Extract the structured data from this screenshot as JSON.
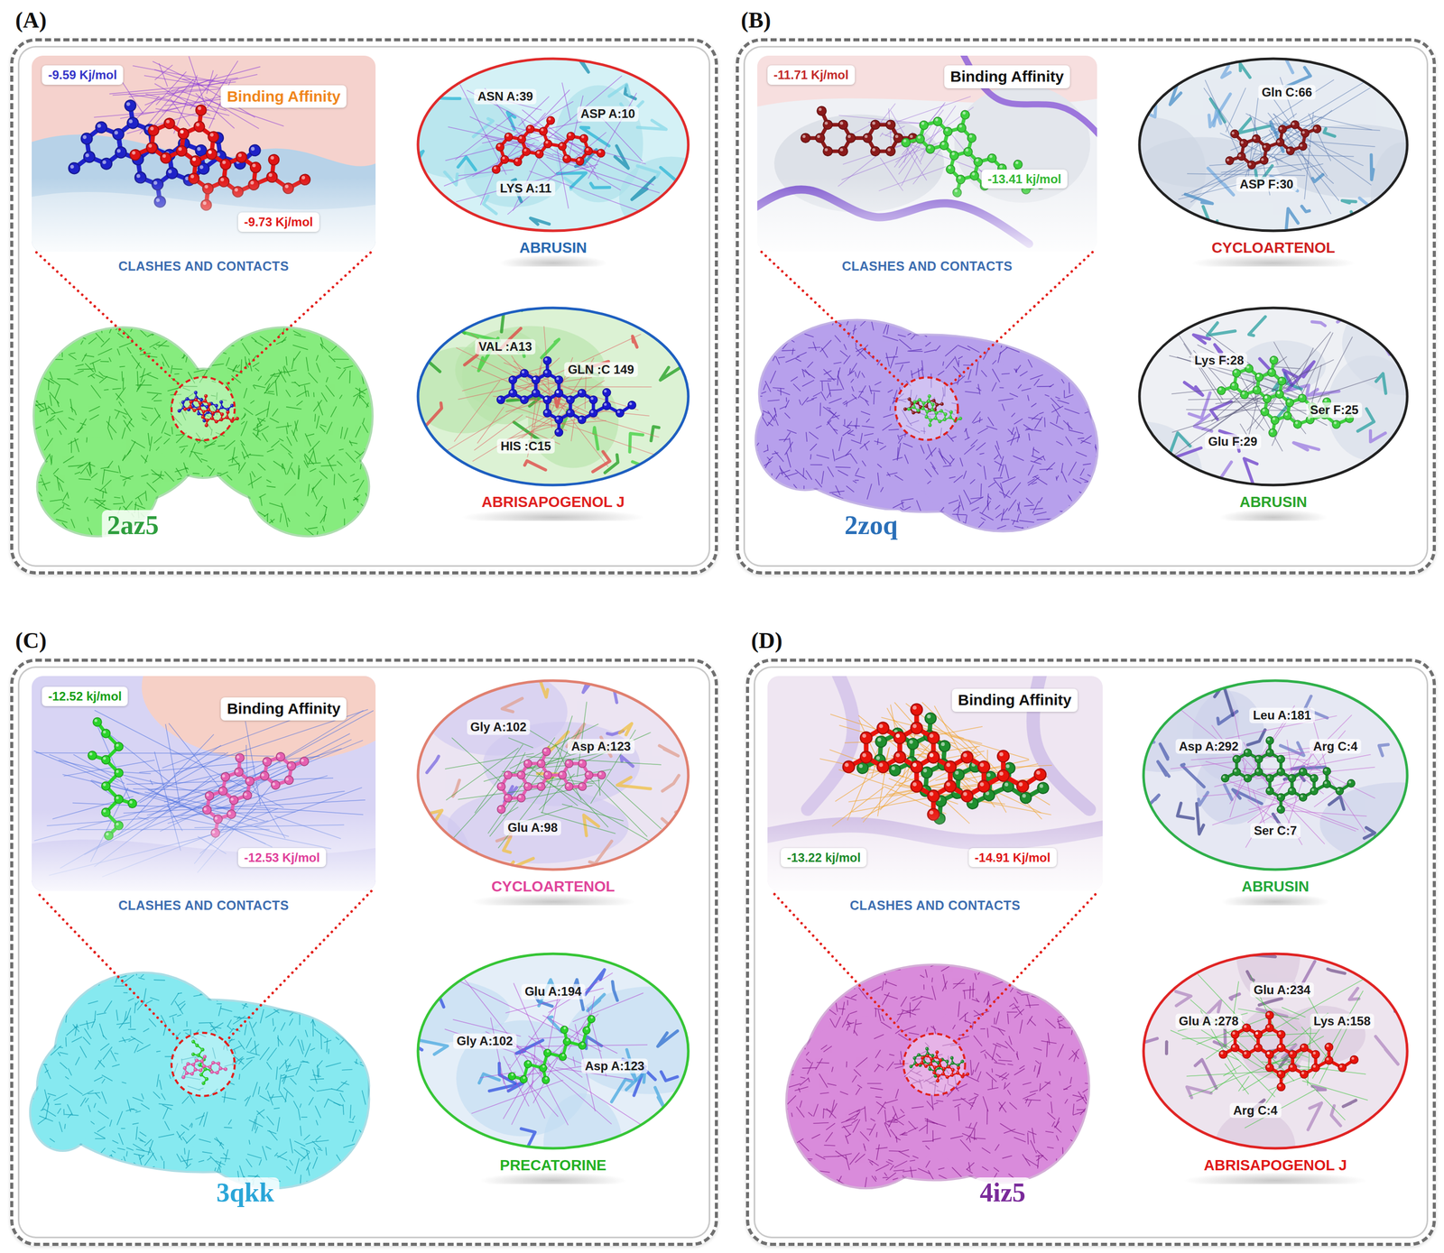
{
  "diagram": {
    "nodes": [
      {
        "text": [
          "(A)"
        ]
      },
      {
        "text": [
          "-9.59 Kj/mol",
          "Binding Affinity",
          "-9.73 Kj/mol",
          "CLASHES AND CONTACTS"
        ],
        "in": 0
      },
      {
        "text": [
          "2az5"
        ],
        "in": 0
      },
      {
        "text": [
          "ASN A:39",
          "ASP A:10",
          "LYS A:11",
          "ABRUSIN"
        ],
        "in": 0
      },
      {
        "text": [
          "VAL :A13",
          "GLN :C 149",
          "HIS :C15",
          "ABRISAPOGENOL J"
        ],
        "in": 0
      },
      {
        "text": [
          "(B)"
        ]
      },
      {
        "text": [
          "-11.71 Kj/mol",
          "Binding Affinity",
          "-13.41 kj/mol",
          "CLASHES AND CONTACTS"
        ],
        "in": 5
      },
      {
        "text": [
          "2zoq"
        ],
        "in": 5
      },
      {
        "text": [
          "Gln C:66",
          "ASP F:30",
          "CYCLOARTENOL"
        ],
        "in": 5
      },
      {
        "text": [
          "Lys F:28",
          "Ser F:25",
          "Glu F:29",
          "ABRUSIN"
        ],
        "in": 5
      },
      {
        "text": [
          "(C)"
        ]
      },
      {
        "text": [
          "-12.52 kj/mol",
          "Binding Affinity",
          "-12.53 Kj/mol",
          "CLASHES AND CONTACTS"
        ],
        "in": 10
      },
      {
        "text": [
          "3qkk"
        ],
        "in": 10
      },
      {
        "text": [
          "Gly A:102",
          "Asp A:123",
          "Glu A:98",
          "CYCLOARTENOL"
        ],
        "in": 10
      },
      {
        "text": [
          "Glu A:194",
          "Gly A:102",
          "Asp A:123",
          "PRECATORINE"
        ],
        "in": 10
      },
      {
        "text": [
          "(D)"
        ]
      },
      {
        "text": [
          "Binding Affinity",
          "-13.22 kj/mol",
          "-14.91 Kj/mol",
          "CLASHES AND CONTACTS"
        ],
        "in": 15
      },
      {
        "text": [
          "4iz5"
        ],
        "in": 15
      },
      {
        "text": [
          "Leu A:181",
          "Asp A:292",
          "Arg C:4",
          "Ser C:7",
          "ABRUSIN"
        ],
        "in": 15
      },
      {
        "text": [
          "Glu A:234",
          "Glu A :278",
          "Lys A:158",
          "Arg C:4",
          "ABRISAPOGENOL J"
        ],
        "in": 15
      }
    ],
    "edges": [
      {
        "from": 2,
        "to": 1,
        "arrow": "none"
      },
      {
        "from": 7,
        "to": 6,
        "arrow": "none"
      },
      {
        "from": 12,
        "to": 11,
        "arrow": "none"
      },
      {
        "from": 17,
        "to": 16,
        "arrow": "none"
      }
    ]
  }
}
